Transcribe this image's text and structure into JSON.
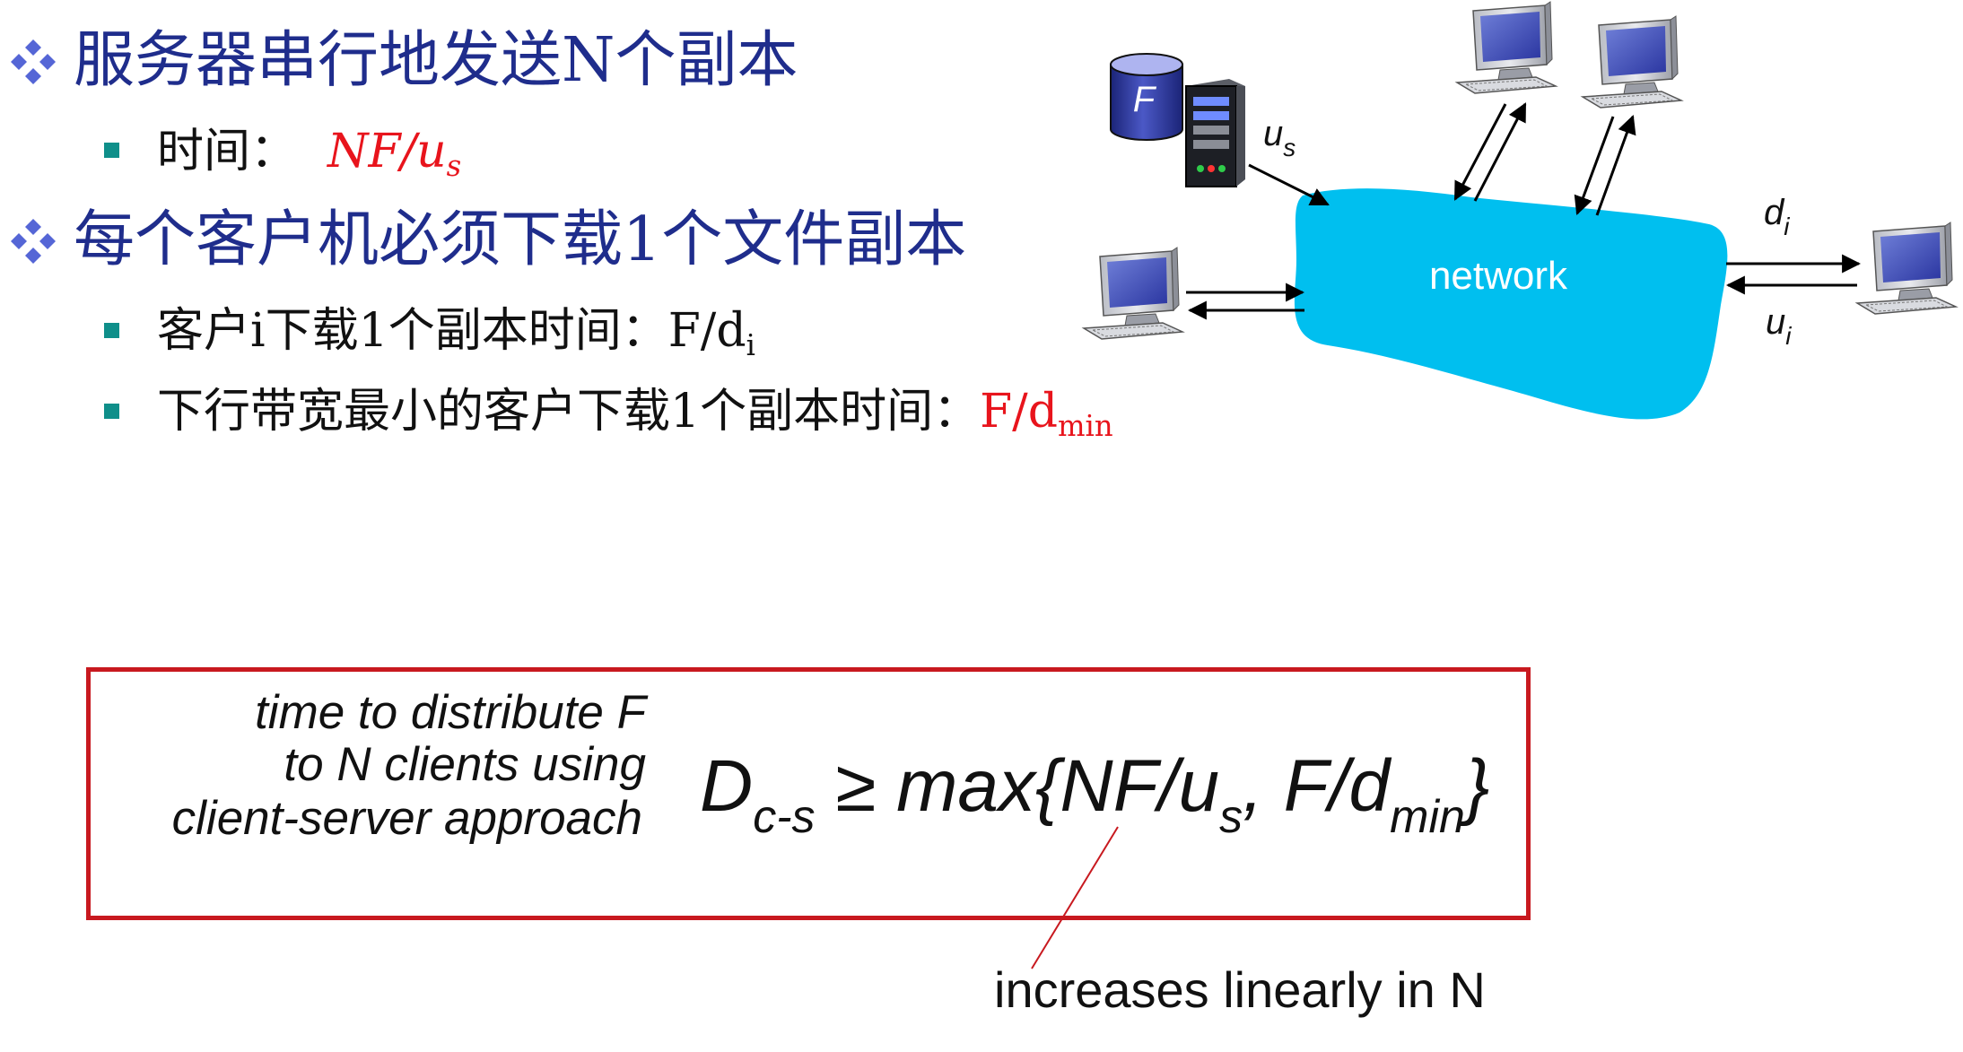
{
  "bullets": [
    {
      "text": "服务器串行地发送N个副本",
      "sub": {
        "label": "时间：",
        "value_main": "NF/u",
        "value_sub": "s"
      }
    },
    {
      "text": "每个客户机必须下载1个文件副本",
      "subs": [
        {
          "label": "客户i下载1个副本时间：",
          "value_main": "F/d",
          "value_sub": "i"
        },
        {
          "label": "下行带宽最小的客户下载1个副本时间：",
          "value_main": "F/d",
          "value_sub": "min"
        }
      ]
    }
  ],
  "diagram": {
    "file_label": "F",
    "server_upload_main": "u",
    "server_upload_sub": "s",
    "network_label": "network",
    "client_download_main": "d",
    "client_download_sub": "i",
    "client_upload_main": "u",
    "client_upload_sub": "i",
    "network_color": "#00bfef"
  },
  "box": {
    "note_lines": [
      "time to  distribute F",
      "to N clients using",
      "client-server approach"
    ],
    "formula": {
      "d": "D",
      "d_sub": "c-s",
      "rel": " ≥ max{NF/u",
      "us_sub": "s",
      "mid": ", F/d",
      "dmin_sub": "min",
      "close": "}"
    },
    "annotation": "increases linearly in N",
    "border_color": "#c8191f"
  }
}
